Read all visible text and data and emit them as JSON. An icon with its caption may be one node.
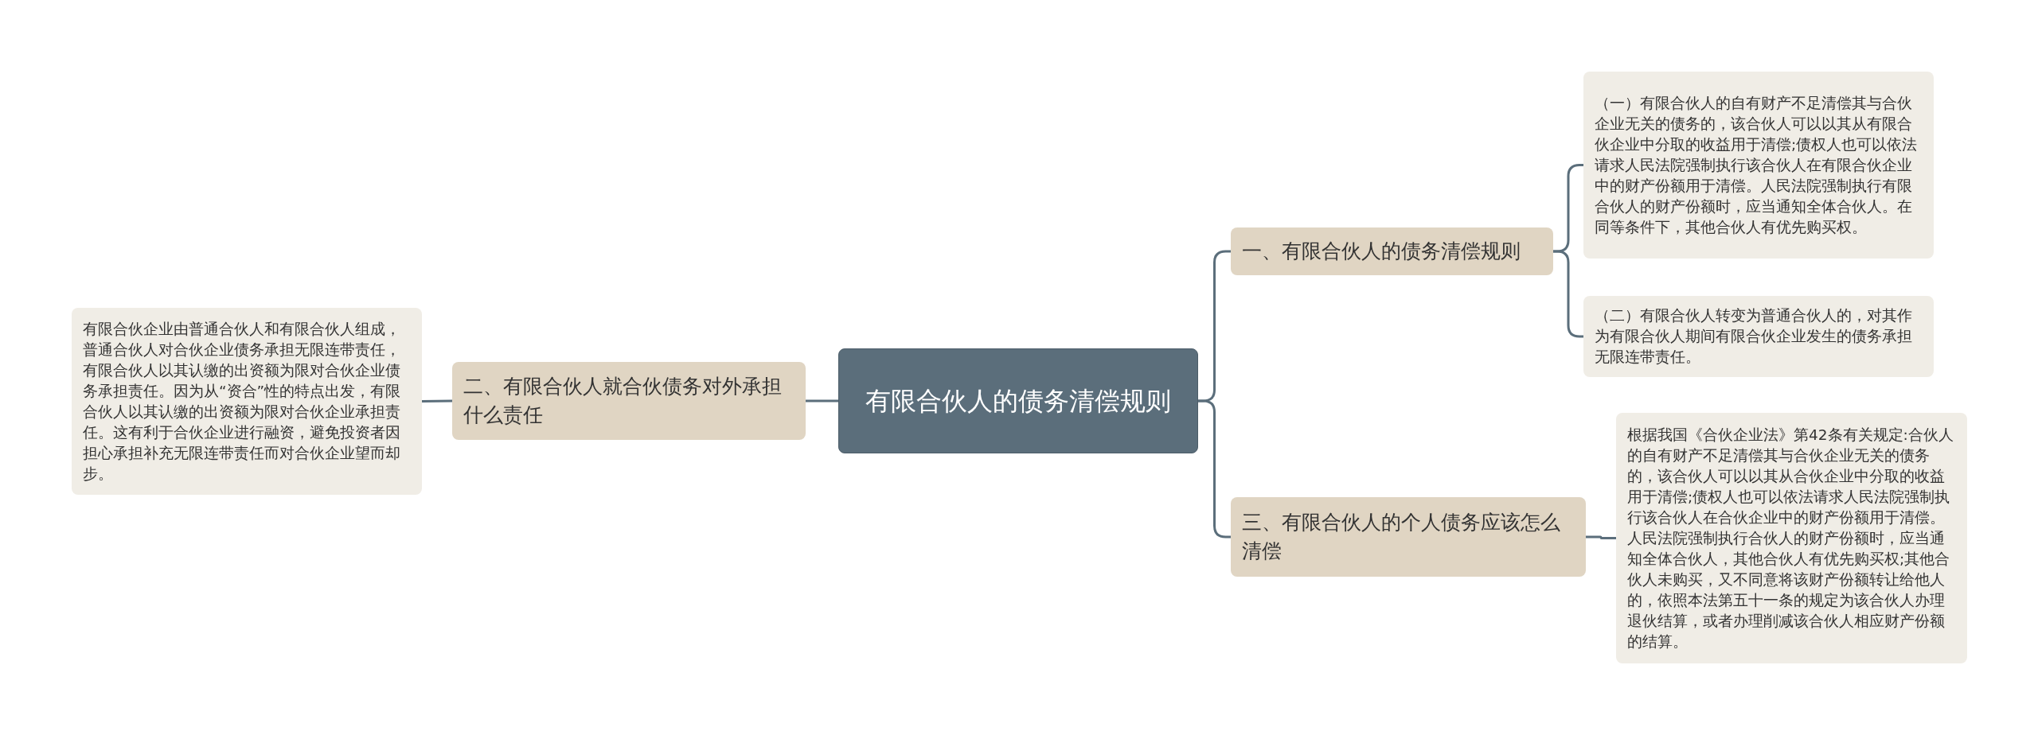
{
  "diagram": {
    "nodes": [
      {
        "text": [
          "有限合伙人的债务清偿规则"
        ]
      },
      {
        "text": [
          "一、有限合伙人的债务清偿规则"
        ]
      },
      {
        "text": [
          "（一）有限合伙人的自有财产不足清偿其与合伙企业无关的债务的，该合伙人可以以其从有限合伙企业中分取的收益用于清偿;债权人也可以依法请求人民法院强制执行该合伙人在有限合伙企业中的财产份额用于清偿。人民法院强制执行有限合伙人的财产份额时，应当通知全体合伙人。在同等条件下，其他合伙人有优先购买权。"
        ]
      },
      {
        "text": [
          "（二）有限合伙人转变为普通合伙人的，对其作为有限合伙人期间有限合伙企业发生的债务承担无限连带责任。"
        ]
      },
      {
        "text": [
          "二、有限合伙人就合伙债务对外承担什么责任"
        ]
      },
      {
        "text": [
          "有限合伙企业由普通合伙人和有限合伙人组成，普通合伙人对合伙企业债务承担无限连带责任，有限合伙人以其认缴的出资额为限对合伙企业债务承担责任。因为从“资合”性的特点出发，有限合伙人以其认缴的出资额为限对合伙企业承担责任。这有利于合伙企业进行融资，避免投资者因担心承担补充无限连带责任而对合伙企业望而却步。"
        ]
      },
      {
        "text": [
          "三、有限合伙人的个人债务应该怎么清偿"
        ]
      },
      {
        "text": [
          "根据我国《合伙企业法》第42条有关规定:合伙人的自有财产不足清偿其与合伙企业无关的债务的，该合伙人可以以其从合伙企业中分取的收益用于清偿;债权人也可以依法请求人民法院强制执行该合伙人在合伙企业中的财产份额用于清偿。人民法院强制执行合伙人的财产份额时，应当通知全体合伙人，其他合伙人有优先购买权;其他合伙人未购买，又不同意将该财产份额转让给他人的，依照本法第五十一条的规定为该合伙人办理退伙结算，或者办理削减该合伙人相应财产份额的结算。"
        ]
      }
    ],
    "edges": [
      {
        "from": 0,
        "to": 1,
        "arrow": "none"
      },
      {
        "from": 1,
        "to": 2,
        "arrow": "none"
      },
      {
        "from": 1,
        "to": 3,
        "arrow": "none"
      },
      {
        "from": 0,
        "to": 4,
        "arrow": "none"
      },
      {
        "from": 4,
        "to": 5,
        "arrow": "none"
      },
      {
        "from": 0,
        "to": 6,
        "arrow": "none"
      },
      {
        "from": 6,
        "to": 7,
        "arrow": "none"
      }
    ]
  }
}
